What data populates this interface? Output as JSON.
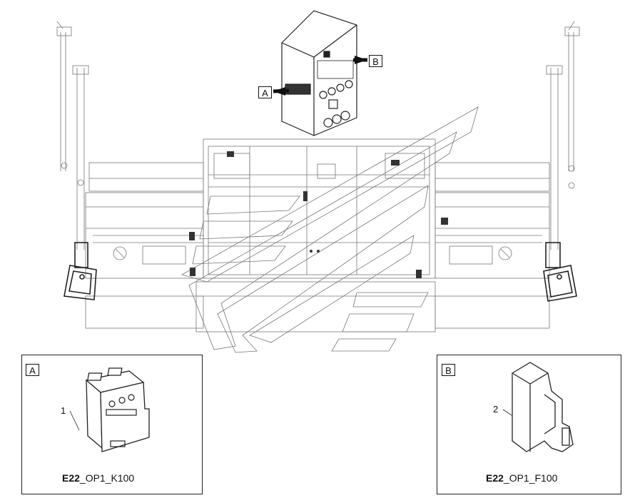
{
  "main_view": {
    "tag_a": "A",
    "tag_b": "B"
  },
  "detail_a": {
    "tag": "A",
    "callout": "1",
    "caption_bold": "E22",
    "caption_rest": "_OP1_K100"
  },
  "detail_b": {
    "tag": "B",
    "callout": "2",
    "caption_bold": "E22",
    "caption_rest": "_OP1_F100"
  },
  "colors": {
    "line": "#555555",
    "dark": "#111111"
  }
}
